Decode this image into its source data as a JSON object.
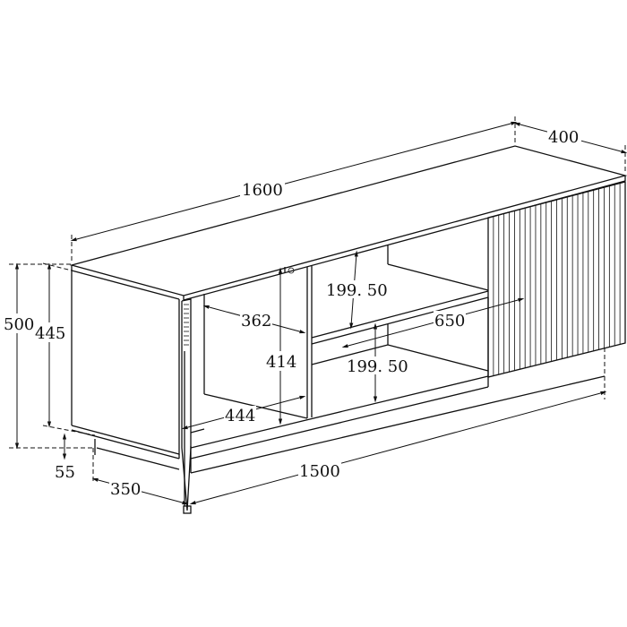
{
  "title": "TV cabinet dimension drawing",
  "dimensions": {
    "overall_width": "1600",
    "depth": "400",
    "overall_height": "500",
    "body_height": "445",
    "leg_height": "55",
    "leg_depth_offset": "350",
    "leg_span": "1500",
    "interior_depth": "362",
    "interior_height": "414",
    "interior_width_left": "444",
    "shelf_upper_gap": "199. 50",
    "shelf_width": "650",
    "shelf_lower_gap": "199. 50"
  }
}
